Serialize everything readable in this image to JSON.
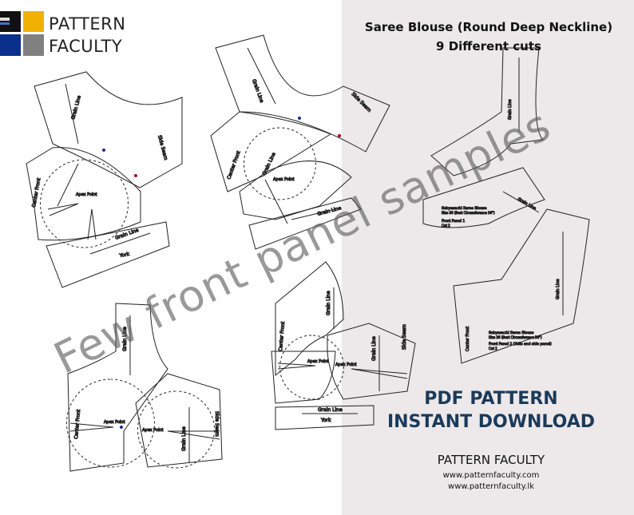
{
  "logo": {
    "line1": "PATTERN",
    "line2": "FACULTY",
    "square_colors": [
      "#111111",
      "#f2b100",
      "#0a2f8c",
      "#808080"
    ]
  },
  "title": {
    "line1": "Saree Blouse (Round Deep Neckline)",
    "line2": "9 Different cuts"
  },
  "watermark": "Few front panel samples",
  "promo": {
    "line1": "PDF PATTERN",
    "line2": "INSTANT DOWNLOAD"
  },
  "brand": "PATTERN FACULTY",
  "urls": [
    "www.patternfaculty.com",
    "www.patternfaculty.lk"
  ],
  "pattern_labels": {
    "grain_line": "Grain Line",
    "side_seam": "Side Seam",
    "center_front": "Center Front",
    "york": "York",
    "apex_point": "Apex Point"
  },
  "piece_notes": {
    "title": "Sabyasachi Saree Blouse",
    "size": "Size 36 (Bust Circumference 36\")",
    "panel1": "Front Panel 1",
    "panel2": "Front Panel 2 (Yoke and side panel)",
    "cut": "Cut 2"
  },
  "colors": {
    "right_panel": "#ede8e9",
    "promo_text": "#1a3a5a",
    "notch_red": "#b00020",
    "notch_blue": "#1c2f8c"
  }
}
